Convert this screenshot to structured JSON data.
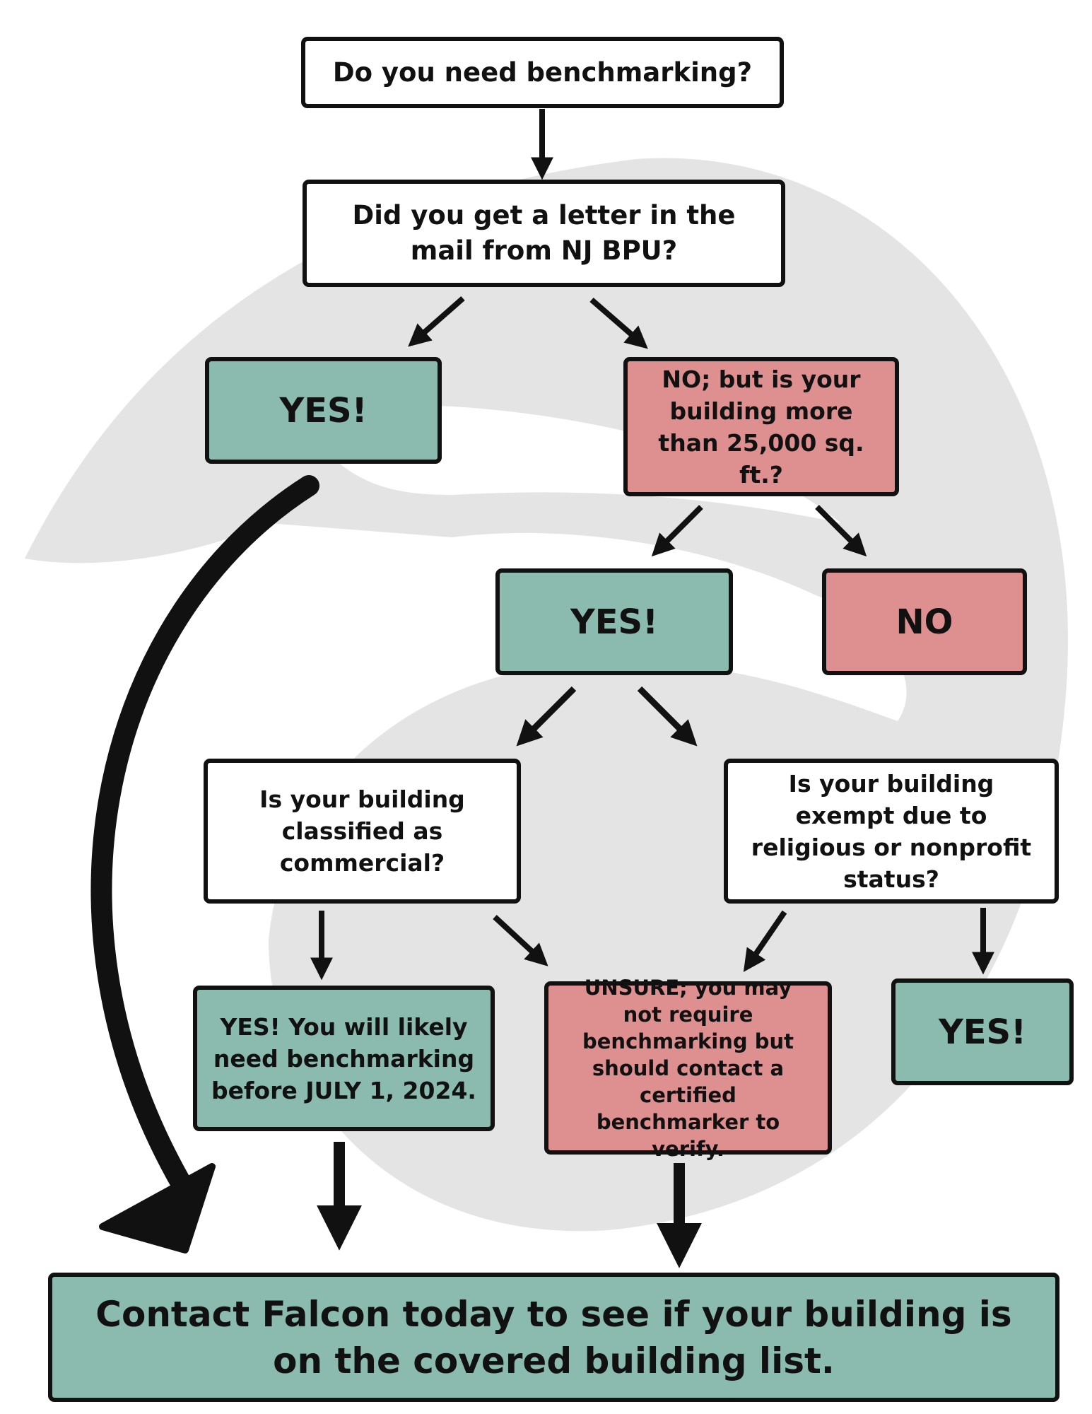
{
  "colors": {
    "question_box": "#ffffff",
    "yes_box": "#8bbaae",
    "no_box": "#de9090",
    "outline": "#111111",
    "background_logo": "#e4e4e4"
  },
  "nodes": {
    "start": "Do you need benchmarking?",
    "letter_question": "Did you get a letter in the mail from NJ BPU?",
    "letter_yes": "YES!",
    "letter_no": "NO; but is your building more than 25,000 sq. ft.?",
    "size_yes": "YES!",
    "size_no": "NO",
    "commercial_question": "Is your building classified as commercial?",
    "exempt_question": "Is your building exempt due to religious or nonprofit status?",
    "commercial_yes": "YES! You will likely need benchmarking before JULY 1, 2024.",
    "unsure": "UNSURE; you may not require benchmarking but should contact a certified benchmarker to verify.",
    "exempt_yes": "YES!",
    "cta": "Contact Falcon today to see if your building is on the covered building list."
  }
}
